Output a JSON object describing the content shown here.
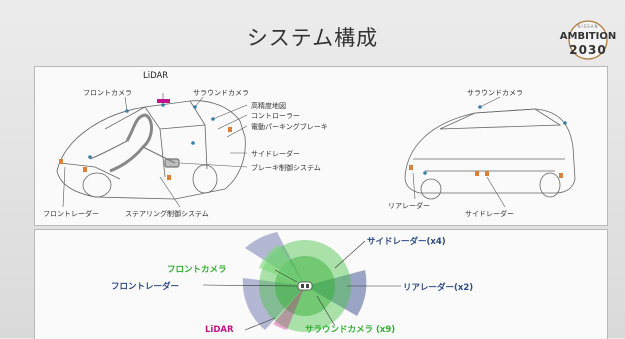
{
  "header": {
    "title": "システム構成",
    "badge": {
      "brand": "NISSAN",
      "name": "AMBITION",
      "year": "2030"
    }
  },
  "car_diagram": {
    "front_labels": {
      "lidar": "LiDAR",
      "front_camera": "フロントカメラ",
      "surround_camera": "サラウンドカメラ",
      "hd_map": "高精度地図",
      "controller": "コントローラー",
      "parking_brake": "電動パーキングブレーキ",
      "side_radar": "サイドレーダー",
      "brake_system": "ブレーキ制御システム",
      "front_radar": "フロントレーダー",
      "steering_system": "ステアリング制御システム"
    },
    "rear_labels": {
      "surround_camera": "サラウンドカメラ",
      "rear_radar": "リアレーダー",
      "side_radar": "サイドレーダー"
    }
  },
  "coverage_diagram": {
    "side_radar": "サイドレーダー(x4)",
    "front_camera": "フロントカメラ",
    "front_radar": "フロントレーダー",
    "rear_radar": "リアレーダー(x2)",
    "lidar": "LiDAR",
    "surround_camera": "サラウンドカメラ (x9)"
  },
  "colors": {
    "lidar": "#c4148a",
    "camera": "#2fae2f",
    "radar": "#2d4a82",
    "sensor_dot": "#3a7fa8"
  }
}
